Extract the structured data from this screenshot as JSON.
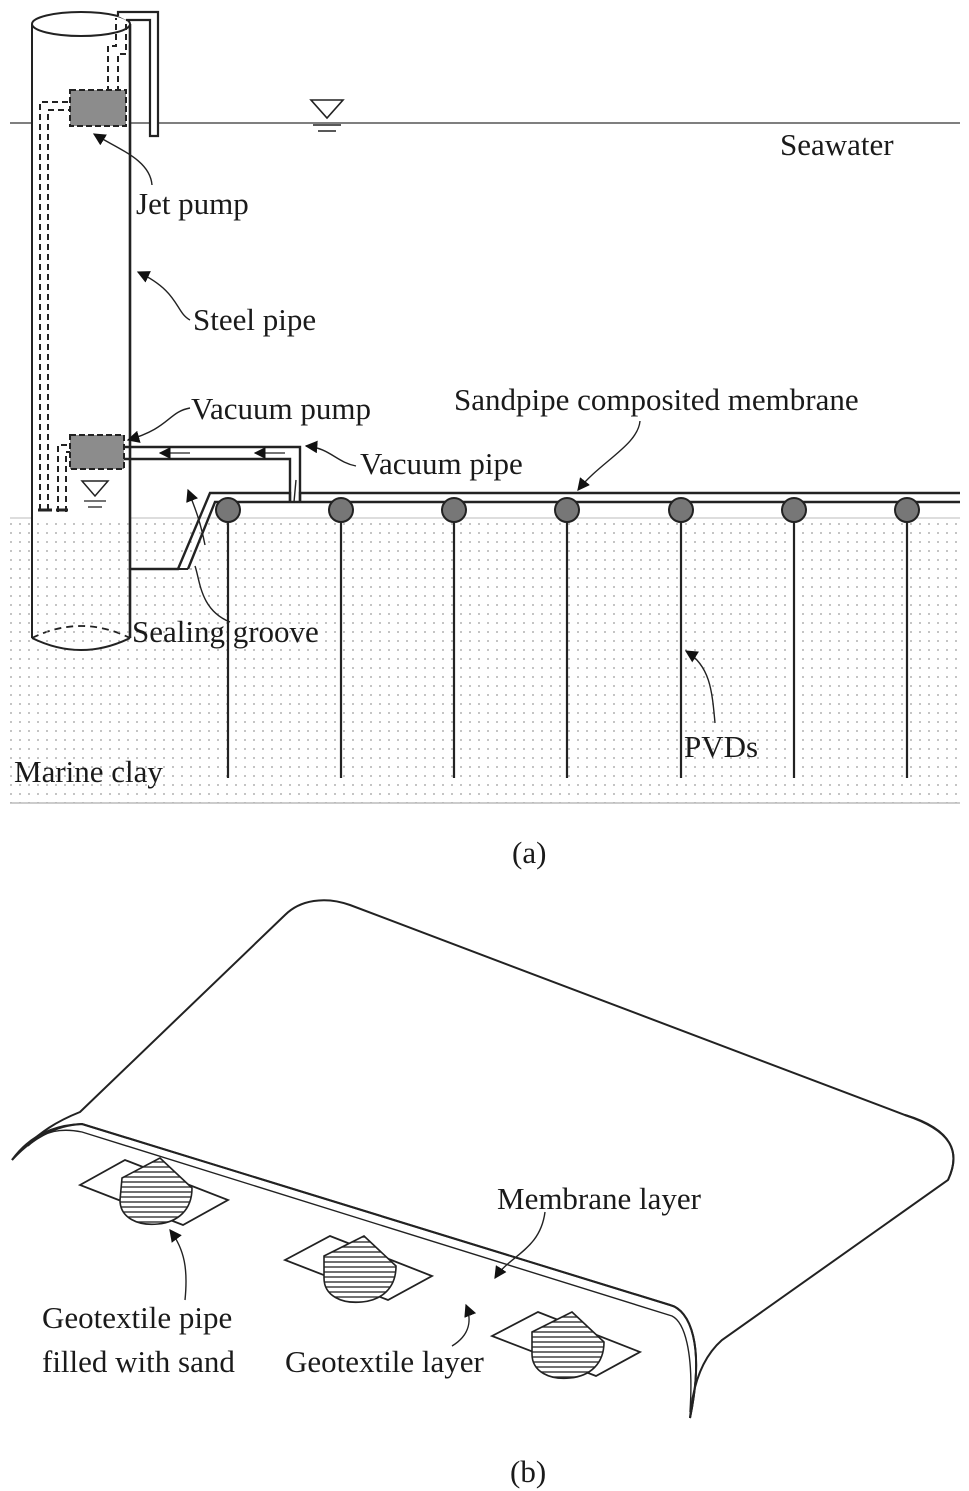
{
  "panel_a": {
    "labels": {
      "seawater": "Seawater",
      "jet_pump": "Jet pump",
      "steel_pipe": "Steel pipe",
      "vacuum_pump": "Vacuum pump",
      "vacuum_pipe": "Vacuum pipe",
      "sandpipe_membrane": "Sandpipe composited membrane",
      "sealing_groove": "Sealing groove",
      "pvds": "PVDs",
      "marine_clay": "Marine clay"
    },
    "caption": "(a)",
    "pvd_count": 7
  },
  "panel_b": {
    "labels": {
      "membrane_layer": "Membrane layer",
      "geotextile_pipe_line1": "Geotextile pipe",
      "geotextile_pipe_line2": "filled with sand",
      "geotextile_layer": "Geotextile layer"
    },
    "caption": "(b)",
    "sand_pipe_count": 3
  },
  "colors": {
    "line": "#222222",
    "pump_fill": "#8c8c8c",
    "pvd_head_fill": "#777777",
    "clay_dots": "#9a9a9a"
  }
}
